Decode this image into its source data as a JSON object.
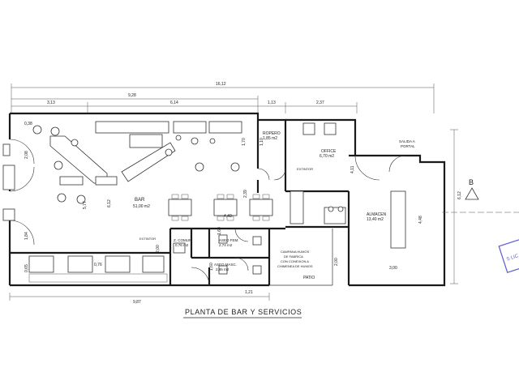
{
  "drawing": {
    "title": "PLANTA DE BAR Y SERVICIOS",
    "stamp_text": "S LIC",
    "section_marker": "B"
  },
  "dimensions": {
    "overall": "16,12",
    "bar_width": "9,28",
    "seg_a": "3,13",
    "seg_b": "6,14",
    "seg_c": "1,13",
    "seg_d": "2,37",
    "left_1": "0,38",
    "left_2": "2,08",
    "left_3": "1,84",
    "left_4": "0,65",
    "height_main": "5,77",
    "height_mid": "6,12",
    "height_right": "6,12",
    "dim_b": "2,39",
    "dim_c": "4,40",
    "dim_d": "1,70",
    "dim_e": "1,10",
    "dim_f": "4,11",
    "dim_g": "4,48",
    "dim_h": "2,00",
    "dim_i": "1,21",
    "dim_j": "3,00",
    "dim_k": "2,00",
    "dim_l": "0,76",
    "dim_m": "1,60",
    "dim_n": "1,60",
    "bottom_total": "9,87"
  },
  "rooms": {
    "bar_name": "BAR",
    "bar_area": "51,00 m2",
    "ropero_name": "ROPERO",
    "ropero_area": "1,85 m2",
    "office_name": "OFFICE",
    "office_area": "6,70 m2",
    "almacen_name": "ALMACEN",
    "almacen_area": "13,40 m2",
    "zcomun_name": "Z. COMUN",
    "zcomun_area": "0,76 m2",
    "aseo_fem_name": "ASEO FEM.",
    "aseo_fem_area": "2,74 m2",
    "aseo_masc_name": "ASEO MASC.",
    "aseo_masc_area": "2,85 m2",
    "patio_name": "PATIO"
  },
  "annotations": {
    "salida_line1": "SALIDA A",
    "salida_line2": "PORTAL",
    "extintor_1": "EXTINTOR",
    "extintor_2": "EXTINTOR",
    "campana_line1": "CAMPANA HUMOS",
    "campana_line2": "DE FABRICA",
    "campana_line3": "CON CONEXION A",
    "campana_line4": "CHIMENEA DE HUMOS"
  }
}
